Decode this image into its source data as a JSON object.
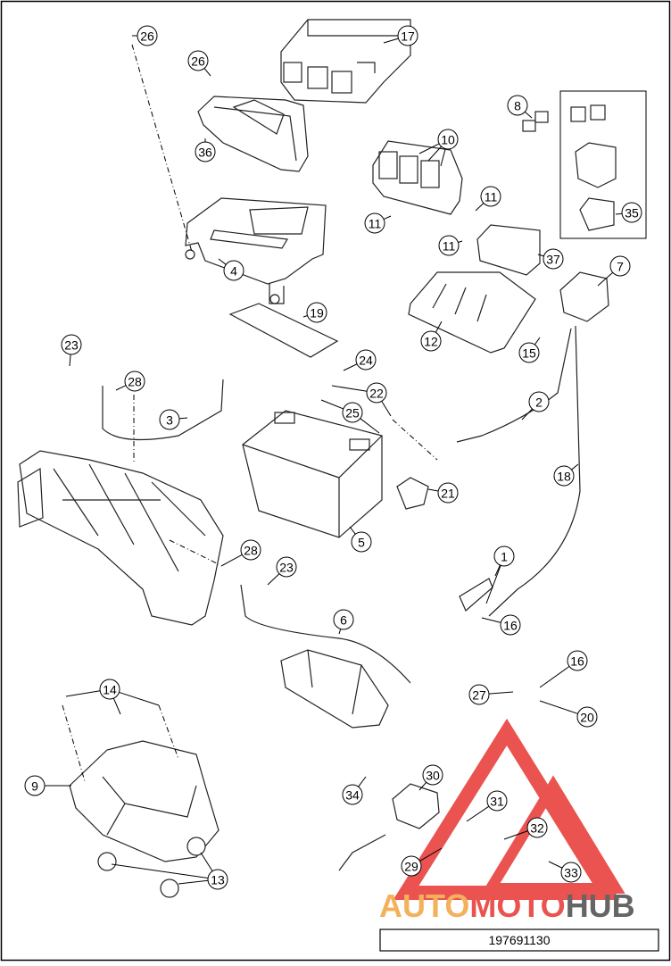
{
  "diagram": {
    "document_number": "197691130",
    "callouts": [
      "26",
      "26",
      "17",
      "36",
      "8",
      "10",
      "11",
      "11",
      "11",
      "4",
      "37",
      "35",
      "7",
      "19",
      "12",
      "15",
      "23",
      "28",
      "24",
      "22",
      "2",
      "3",
      "25",
      "21",
      "18",
      "5",
      "1",
      "16",
      "28",
      "23",
      "6",
      "16",
      "27",
      "20",
      "14",
      "9",
      "30",
      "34",
      "31",
      "32",
      "29",
      "33",
      "13"
    ]
  },
  "watermark": {
    "brand_part1": "AUTO",
    "brand_part2": "MOTO",
    "brand_part3": "HUB",
    "color_primary": "#e8413c",
    "color_secondary": "#f2a94a",
    "color_dark": "#555555"
  }
}
